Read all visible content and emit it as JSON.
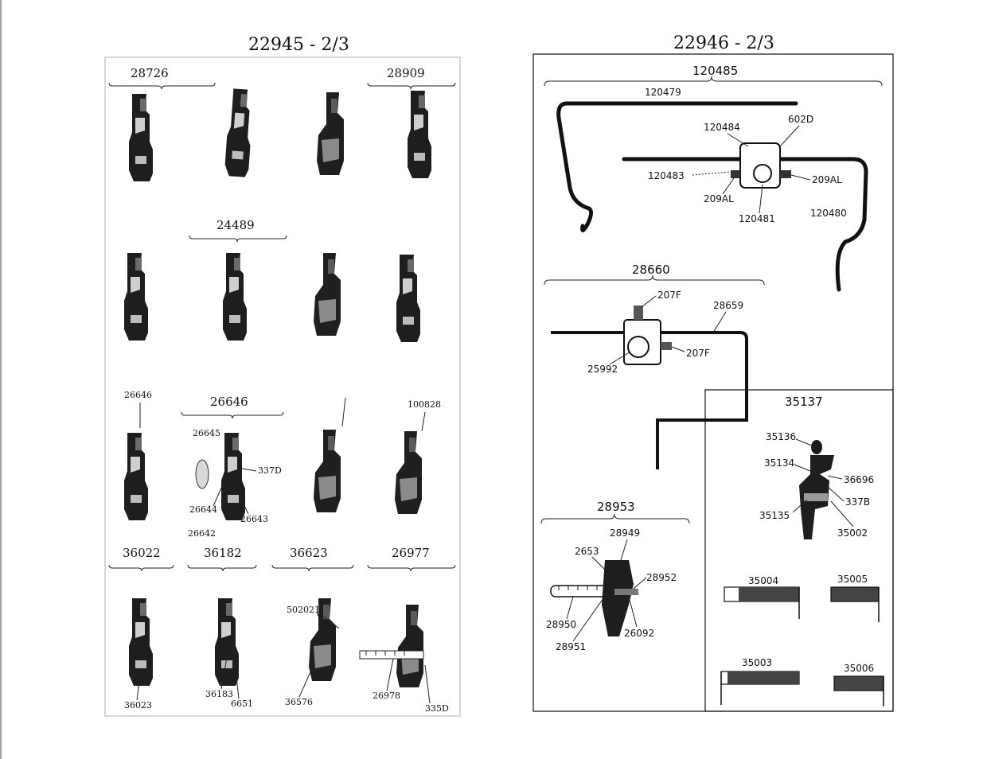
{
  "page": {
    "left_title": "22945 - 2/3",
    "right_title": "22946 - 2/3"
  },
  "left_panel": {
    "row1": {
      "groups": [
        "28726",
        "28909"
      ],
      "callouts": [
        "28726",
        "28909"
      ]
    },
    "row2": {
      "groups": [
        "24489"
      ],
      "callouts": [
        "24489"
      ]
    },
    "row3": {
      "groups": [
        "26646"
      ],
      "callouts": [
        "26645",
        "337D",
        "26644",
        "26642",
        "26643",
        "26646",
        "100828"
      ]
    },
    "row4": {
      "groups": [
        "36022",
        "36182",
        "36623",
        "26977"
      ],
      "callouts": [
        "36023",
        "36183",
        "6651",
        "36576",
        "502021",
        "26978",
        "335D"
      ]
    }
  },
  "right_panel": {
    "assembly_120485": {
      "title": "120485",
      "labels": [
        "120479",
        "120484",
        "602D",
        "120483",
        "209AL",
        "209AL",
        "120481",
        "120480"
      ]
    },
    "assembly_28660": {
      "title": "28660",
      "labels": [
        "207F",
        "28659",
        "207F",
        "25992"
      ]
    },
    "assembly_28953": {
      "title": "28953",
      "labels": [
        "28949",
        "2653",
        "28952",
        "28950",
        "26092",
        "28951"
      ]
    },
    "assembly_35137": {
      "title": "35137",
      "labels": [
        "35136",
        "35134",
        "36696",
        "337B",
        "35135",
        "35002"
      ],
      "gauges": [
        "35004",
        "35005",
        "35003",
        "35006"
      ]
    }
  }
}
